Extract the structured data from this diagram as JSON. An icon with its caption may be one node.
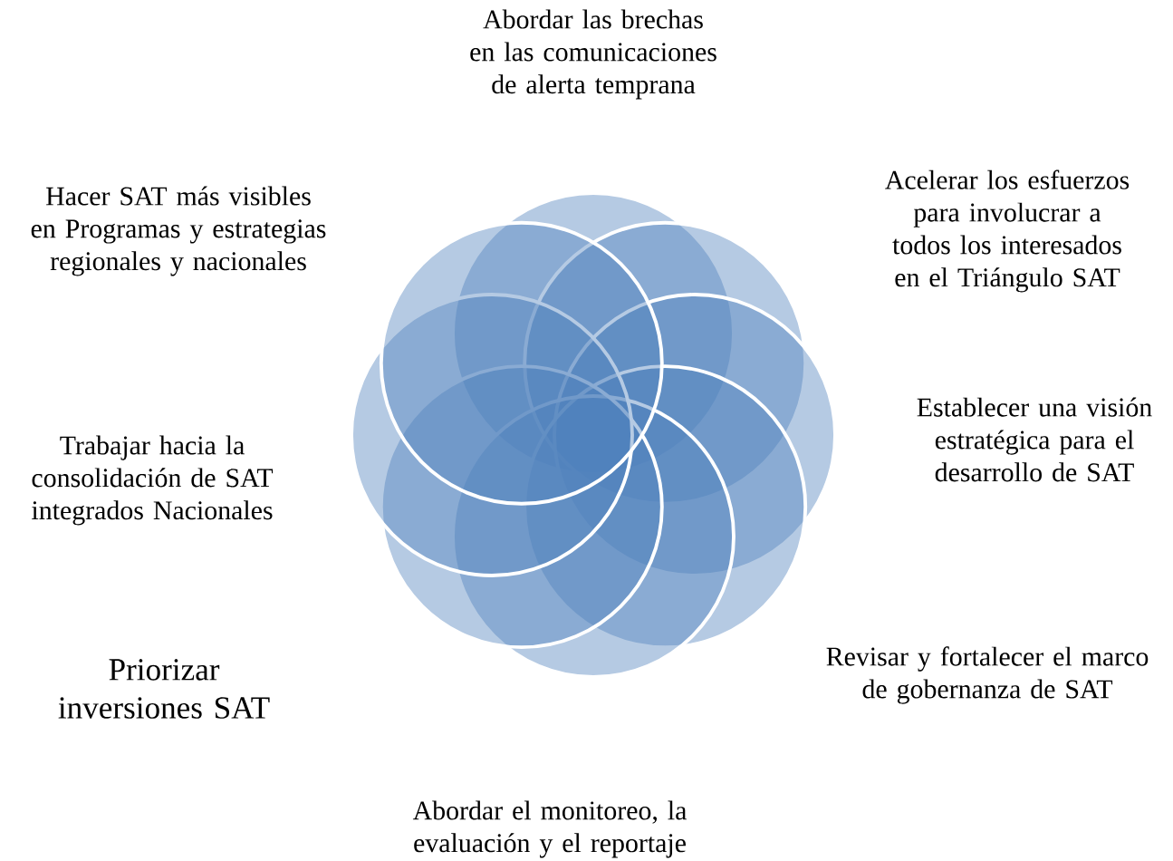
{
  "diagram": {
    "labels": [
      "Abordar las brechas en las comunicaciones de alerta temprana",
      "Hacer SAT más visibles en Programas y estrategias regionales y nacionales",
      "Acelerar los esfuerzos para involucrar a todos los interesados en el Triángulo SAT",
      "Trabajar hacia la consolidación de SAT integrados Nacionales",
      "Establecer una visión estratégica para el desarrollo de SAT",
      "Priorizar inversiones SAT",
      "Revisar y fortalecer el marco de gobernanza de SAT",
      "Abordar el monitoreo, la evaluación y el reportaje"
    ]
  }
}
